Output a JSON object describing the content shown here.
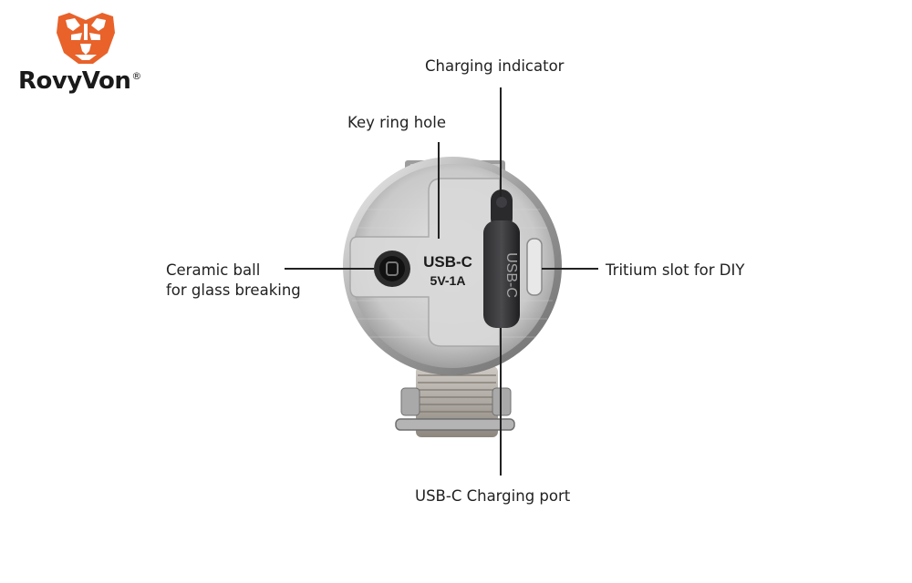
{
  "brand": {
    "name": "RovyVon",
    "registered": "®",
    "accent": "#e8622a"
  },
  "device": {
    "plate_line1": "USB-C",
    "plate_line2": "5V-1A",
    "cover_text": "USB-C"
  },
  "callouts": {
    "charging_indicator": "Charging indicator",
    "key_ring_hole": "Key ring hole",
    "ceramic_line1": "Ceramic ball",
    "ceramic_line2": "for glass breaking",
    "tritium_slot": "Tritium slot for DIY",
    "usbc_port": "USB-C Charging port"
  }
}
